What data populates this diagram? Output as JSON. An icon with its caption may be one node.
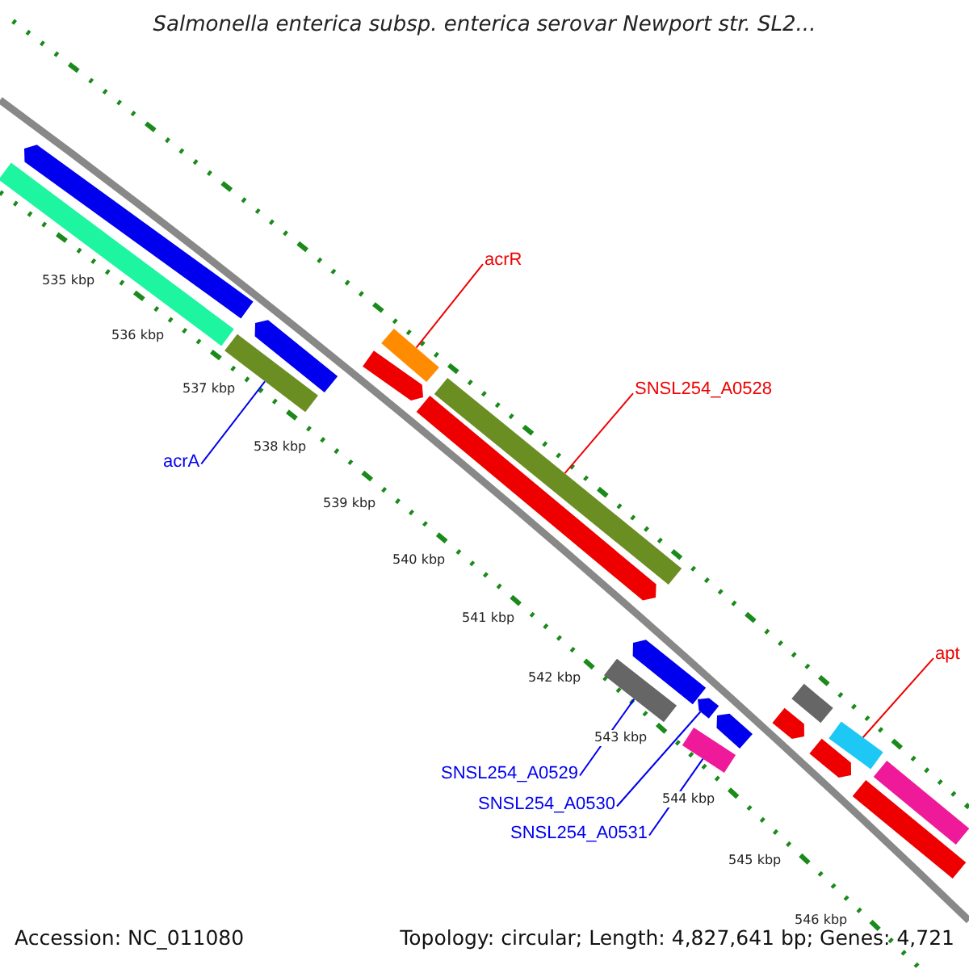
{
  "diagram": {
    "title": "Salmonella enterica subsp. enterica serovar Newport str. SL2...",
    "nodes": [
      {
        "text": [
          "acrR"
        ]
      },
      {
        "text": [],
        "shape": "bar"
      },
      {
        "text": [
          "SNSL254_A0528"
        ]
      },
      {
        "text": [],
        "shape": "bar"
      },
      {
        "text": [
          "acrA"
        ]
      },
      {
        "text": [],
        "shape": "bar"
      },
      {
        "text": [
          "SNSL254_A0529"
        ]
      },
      {
        "text": [],
        "shape": "bar"
      },
      {
        "text": [
          "SNSL254_A0530"
        ]
      },
      {
        "text": [],
        "shape": "bar"
      },
      {
        "text": [
          "SNSL254_A0531"
        ]
      },
      {
        "text": [],
        "shape": "bar"
      },
      {
        "text": [
          "apt"
        ]
      },
      {
        "text": [],
        "shape": "bar"
      }
    ],
    "edges": [
      {
        "from": 0,
        "to": 1,
        "arrow": "none",
        "color": "#ee0000"
      },
      {
        "from": 2,
        "to": 3,
        "arrow": "none",
        "color": "#ee0000"
      },
      {
        "from": 4,
        "to": 5,
        "arrow": "none"
      },
      {
        "from": 6,
        "to": 7,
        "arrow": "none"
      },
      {
        "from": 8,
        "to": 9,
        "arrow": "none"
      },
      {
        "from": 10,
        "to": 11,
        "arrow": "none"
      },
      {
        "from": 12,
        "to": 13,
        "arrow": "none",
        "color": "#ee0000"
      }
    ],
    "labels": [
      "535 kbp",
      "536 kbp",
      "537 kbp",
      "538 kbp",
      "539 kbp",
      "540 kbp",
      "541 kbp",
      "542 kbp",
      "543 kbp",
      "544 kbp",
      "545 kbp",
      "546 kbp",
      "Accession: NC_011080",
      "Topology: circular; Length: 4,827,641 bp; Genes: 4,721"
    ]
  }
}
